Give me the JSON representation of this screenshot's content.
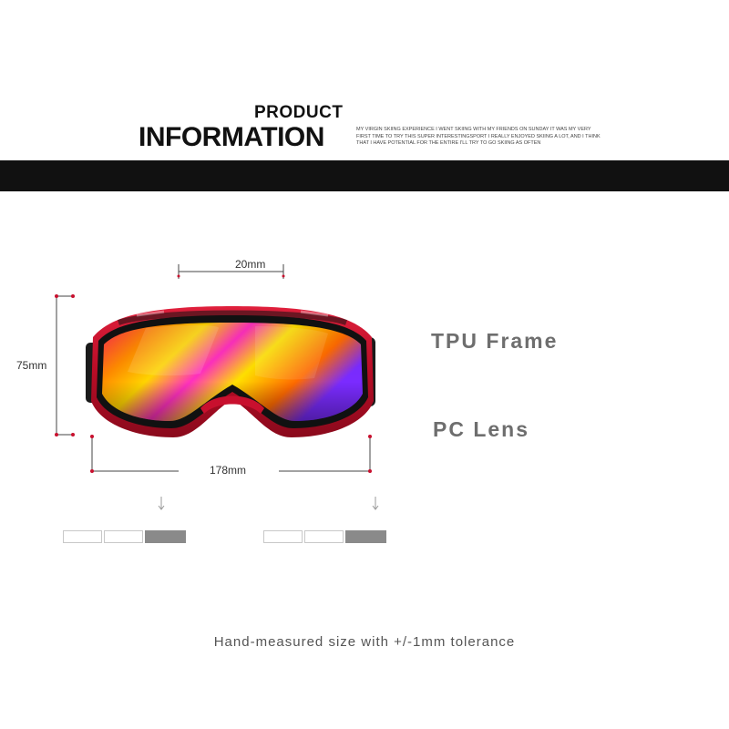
{
  "header": {
    "title_small": "PRODUCT",
    "title_big": "INFORMATION",
    "blurb": "MY VIRGIN SKIING EXPERIENCE I WENT SKIING WITH MY FRIENDS ON SUNDAY IT WAS MY VERY FIRST TIME TO TRY THIS SUPER INTERESTINGSPORT I REALLY ENJOYED SKIING A LOT, AND I THINK THAT I HAVE POTENTIAL FOR THE ENTIRE I'LL TRY TO GO SKIING AS OFTEN"
  },
  "dimensions": {
    "bridge": "20mm",
    "height": "75mm",
    "width": "178mm"
  },
  "features": {
    "frame": "TPU Frame",
    "lens": "PC Lens"
  },
  "caption": "Hand-measured size with +/-1mm tolerance",
  "colors": {
    "frame_red": "#c8102e",
    "frame_black": "#111111",
    "band": "#111111",
    "swatch_grey": "#8a8a8a"
  }
}
